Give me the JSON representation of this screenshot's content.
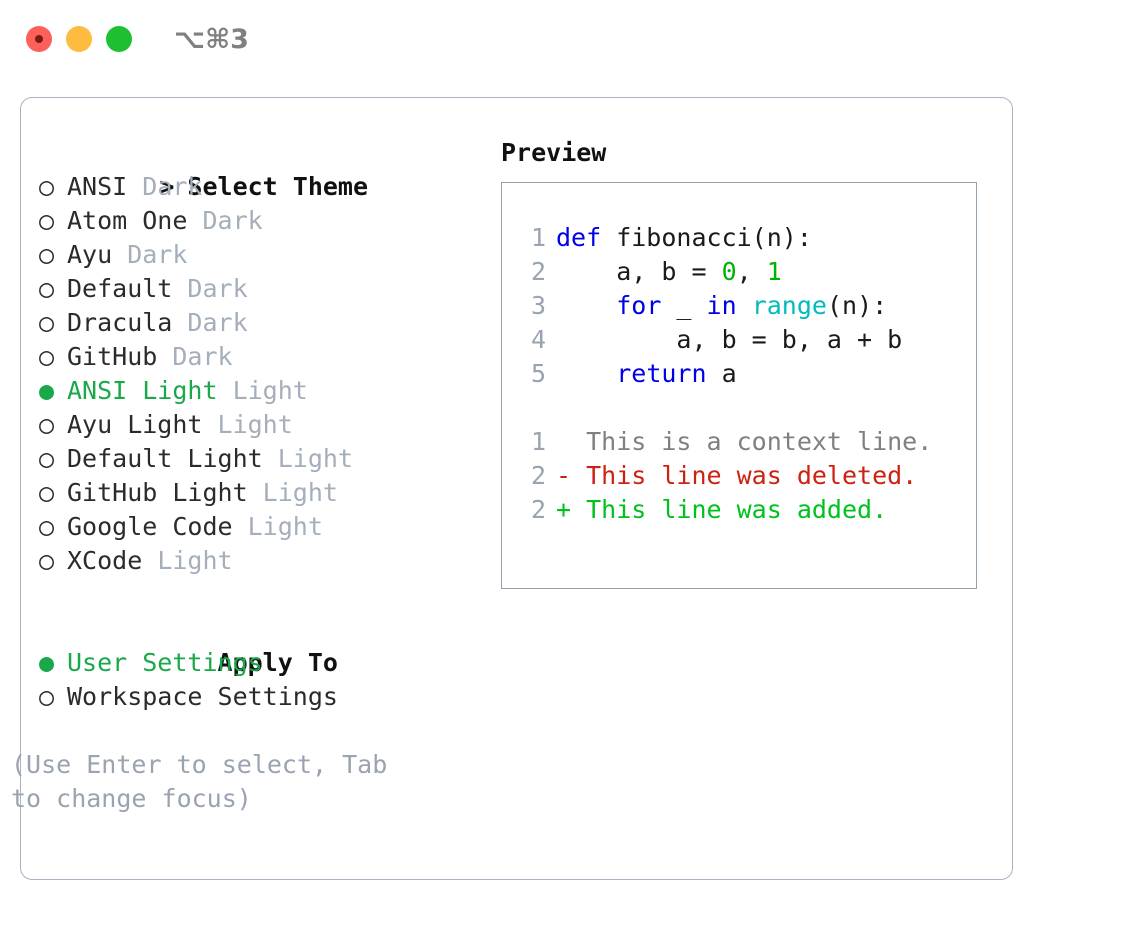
{
  "titlebar": {
    "shortcut": "⌥⌘3",
    "buttons": [
      {
        "name": "close",
        "color": "#fc6058"
      },
      {
        "name": "minimize",
        "color": "#fdbc40"
      },
      {
        "name": "maximize",
        "color": "#1ec032"
      }
    ]
  },
  "theme_section": {
    "caret": ">",
    "title": "Select Theme",
    "marker_selected": "●",
    "marker_unselected": "○",
    "selected_color": "#1aa84a",
    "items": [
      {
        "label": "ANSI",
        "variant": "Dark",
        "selected": false
      },
      {
        "label": "Atom One",
        "variant": "Dark",
        "selected": false
      },
      {
        "label": "Ayu",
        "variant": "Dark",
        "selected": false
      },
      {
        "label": "Default",
        "variant": "Dark",
        "selected": false
      },
      {
        "label": "Dracula",
        "variant": "Dark",
        "selected": false
      },
      {
        "label": "GitHub",
        "variant": "Dark",
        "selected": false
      },
      {
        "label": "ANSI Light",
        "variant": "Light",
        "selected": true
      },
      {
        "label": "Ayu Light",
        "variant": "Light",
        "selected": false
      },
      {
        "label": "Default Light",
        "variant": "Light",
        "selected": false
      },
      {
        "label": "GitHub Light",
        "variant": "Light",
        "selected": false
      },
      {
        "label": "Google Code",
        "variant": "Light",
        "selected": false
      },
      {
        "label": "XCode",
        "variant": "Light",
        "selected": false
      }
    ]
  },
  "apply_section": {
    "caret": " ",
    "title": "Apply To",
    "items": [
      {
        "label": "User Settings",
        "selected": true
      },
      {
        "label": "Workspace Settings",
        "selected": false
      }
    ]
  },
  "hint": "(Use Enter to select, Tab to change focus)",
  "preview": {
    "title": "Preview",
    "code": [
      {
        "ln": "1",
        "tokens": [
          {
            "t": "def",
            "c": "kw"
          },
          {
            "t": " fibonacci(n):",
            "c": "txt"
          }
        ]
      },
      {
        "ln": "2",
        "tokens": [
          {
            "t": "    a, b = ",
            "c": "txt"
          },
          {
            "t": "0",
            "c": "num"
          },
          {
            "t": ", ",
            "c": "txt"
          },
          {
            "t": "1",
            "c": "num"
          }
        ]
      },
      {
        "ln": "3",
        "tokens": [
          {
            "t": "    ",
            "c": "txt"
          },
          {
            "t": "for",
            "c": "kw"
          },
          {
            "t": " _ ",
            "c": "txt"
          },
          {
            "t": "in",
            "c": "kw"
          },
          {
            "t": " ",
            "c": "txt"
          },
          {
            "t": "range",
            "c": "fn"
          },
          {
            "t": "(n):",
            "c": "txt"
          }
        ]
      },
      {
        "ln": "4",
        "tokens": [
          {
            "t": "        a, b = b, a + b",
            "c": "txt"
          }
        ]
      },
      {
        "ln": "5",
        "tokens": [
          {
            "t": "    ",
            "c": "txt"
          },
          {
            "t": "return",
            "c": "kw"
          },
          {
            "t": " a",
            "c": "txt"
          }
        ]
      }
    ],
    "diff": [
      {
        "ln": "1",
        "kind": "ctx",
        "text": "  This is a context line."
      },
      {
        "ln": "2",
        "kind": "del",
        "text": "- This line was deleted."
      },
      {
        "ln": "2",
        "kind": "add",
        "text": "+ This line was added."
      }
    ]
  }
}
